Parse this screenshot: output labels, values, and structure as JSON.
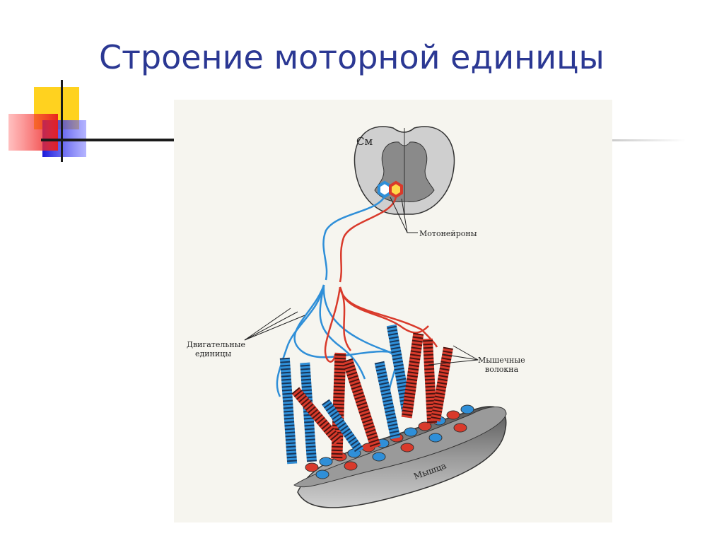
{
  "slide": {
    "title": "Строение моторной единицы"
  },
  "figure": {
    "label_spinal_cord": "См",
    "label_motoneurons": "Мотонейроны",
    "label_motor_units_line1": "Двигательные",
    "label_motor_units_line2": "единицы",
    "label_muscle_fibers_line1": "Мышечные",
    "label_muscle_fibers_line2": "волокна",
    "label_muscle": "Мышца"
  },
  "colors": {
    "title": "#2b3893",
    "blue_unit": "#2f8fd8",
    "red_unit": "#d93a2b",
    "grey_matter": "#8a8a8a",
    "white_matter": "#c9c9c9",
    "muscle": "#777777"
  }
}
